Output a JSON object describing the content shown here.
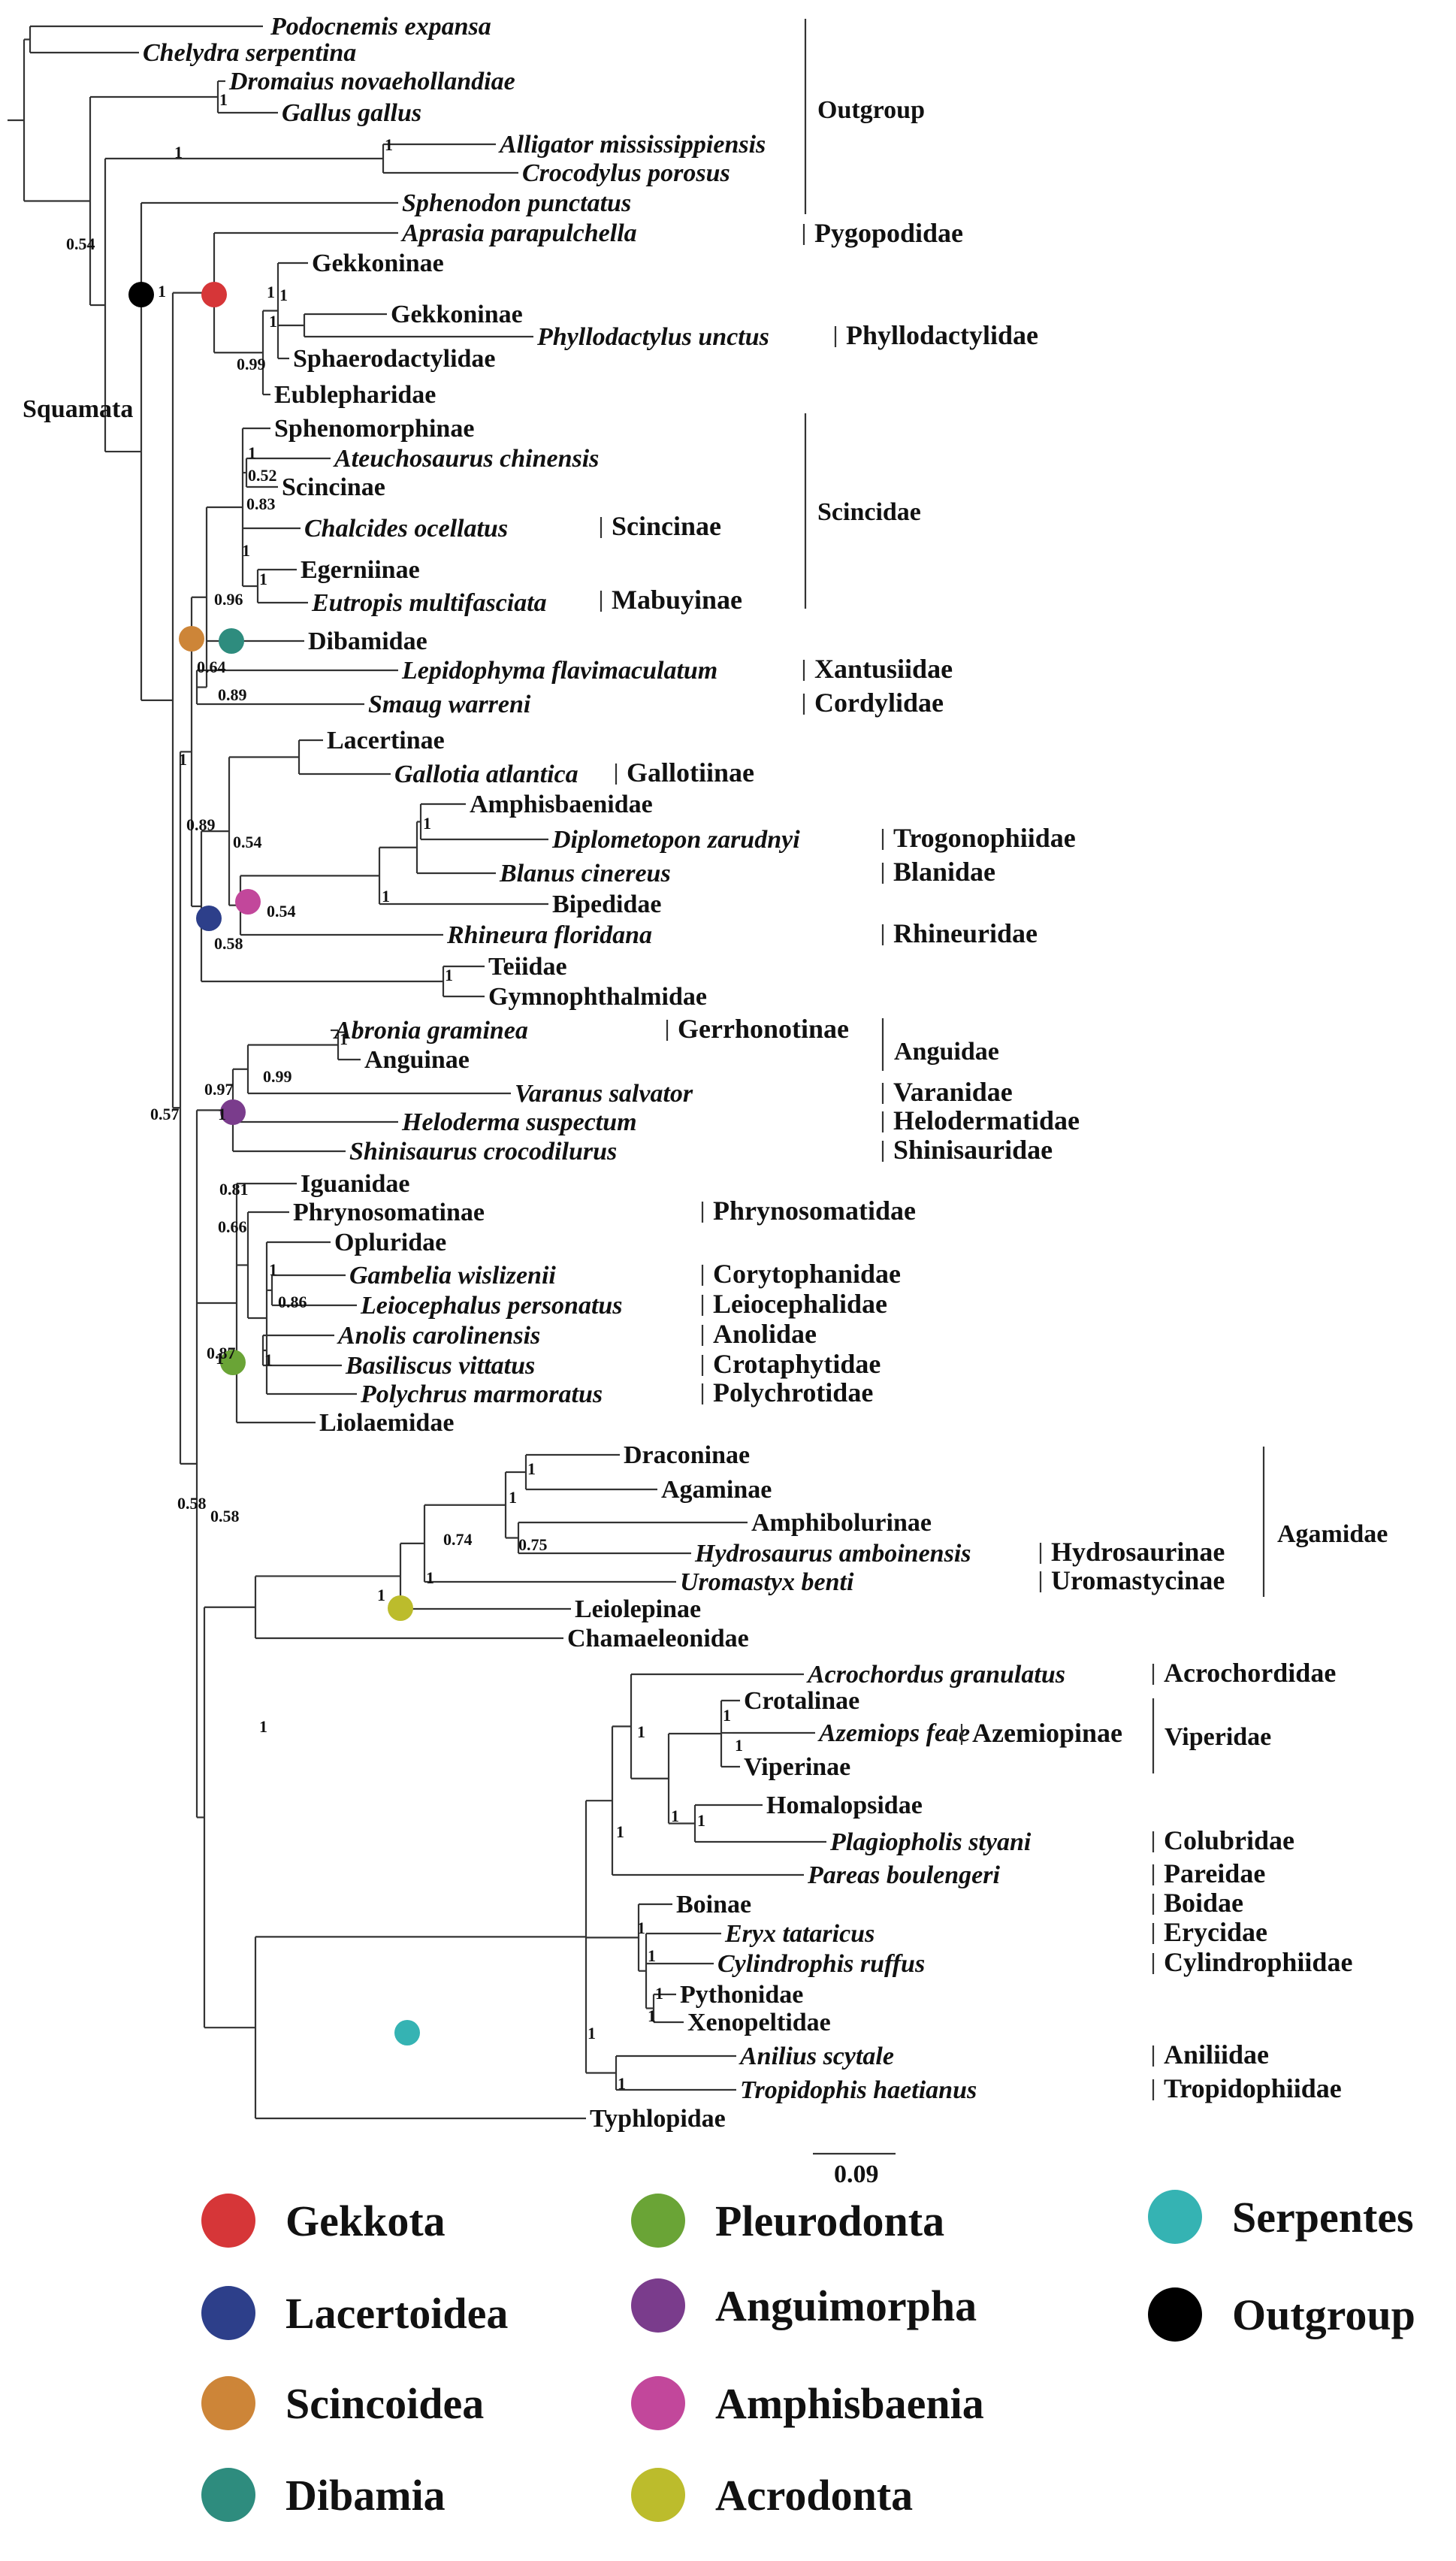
{
  "tips": [
    {
      "id": "podocnemis",
      "label": "Podocnemis expansa",
      "italic": true
    },
    {
      "id": "chelydra",
      "label": "Chelydra serpentina",
      "italic": true
    },
    {
      "id": "dromaius",
      "label": "Dromaius novaehollandiae",
      "italic": true
    },
    {
      "id": "gallus",
      "label": "Gallus gallus",
      "italic": true
    },
    {
      "id": "alligator",
      "label": "Alligator mississippiensis",
      "italic": true
    },
    {
      "id": "crocodylus",
      "label": "Crocodylus porosus",
      "italic": true
    },
    {
      "id": "sphenodon",
      "label": "Sphenodon punctatus",
      "italic": true
    },
    {
      "id": "aprasia",
      "label": "Aprasia parapulchella",
      "italic": true
    },
    {
      "id": "gekkoninae1",
      "label": "Gekkoninae",
      "italic": false
    },
    {
      "id": "gekkoninae2",
      "label": "Gekkoninae",
      "italic": false
    },
    {
      "id": "phyllodactylus",
      "label": "Phyllodactylus unctus",
      "italic": true
    },
    {
      "id": "sphaerodactylidae",
      "label": "Sphaerodactylidae",
      "italic": false
    },
    {
      "id": "eublepharidae",
      "label": "Eublepharidae",
      "italic": false
    },
    {
      "id": "sphenomorphinae",
      "label": "Sphenomorphinae",
      "italic": false
    },
    {
      "id": "ateuchosaurus",
      "label": "Ateuchosaurus chinensis",
      "italic": true
    },
    {
      "id": "scincinae",
      "label": "Scincinae",
      "italic": false
    },
    {
      "id": "chalcides",
      "label": "Chalcides ocellatus",
      "italic": true
    },
    {
      "id": "egerniinae",
      "label": "Egerniinae",
      "italic": false
    },
    {
      "id": "eutropis",
      "label": "Eutropis multifasciata",
      "italic": true
    },
    {
      "id": "dibamidae",
      "label": "Dibamidae",
      "italic": false
    },
    {
      "id": "lepidophyma",
      "label": "Lepidophyma flavimaculatum",
      "italic": true
    },
    {
      "id": "smaug",
      "label": "Smaug warreni",
      "italic": true
    },
    {
      "id": "lacertinae",
      "label": "Lacertinae",
      "italic": false
    },
    {
      "id": "gallotia",
      "label": "Gallotia atlantica",
      "italic": true
    },
    {
      "id": "amphisbaenidae",
      "label": "Amphisbaenidae",
      "italic": false
    },
    {
      "id": "diplometopon",
      "label": "Diplometopon zarudnyi",
      "italic": true
    },
    {
      "id": "blanus",
      "label": "Blanus cinereus",
      "italic": true
    },
    {
      "id": "bipedidae",
      "label": "Bipedidae",
      "italic": false
    },
    {
      "id": "rhineura",
      "label": "Rhineura floridana",
      "italic": true
    },
    {
      "id": "teiidae",
      "label": "Teiidae",
      "italic": false
    },
    {
      "id": "gymnophthalmidae",
      "label": "Gymnophthalmidae",
      "italic": false
    },
    {
      "id": "abronia",
      "label": "Abronia graminea",
      "italic": true
    },
    {
      "id": "anguinae",
      "label": "Anguinae",
      "italic": false
    },
    {
      "id": "varanus",
      "label": "Varanus salvator",
      "italic": true
    },
    {
      "id": "heloderma",
      "label": "Heloderma suspectum",
      "italic": true
    },
    {
      "id": "shinisaurus",
      "label": "Shinisaurus crocodilurus",
      "italic": true
    },
    {
      "id": "iguanidae",
      "label": "Iguanidae",
      "italic": false
    },
    {
      "id": "phrynosomatinae",
      "label": "Phrynosomatinae",
      "italic": false
    },
    {
      "id": "opluridae",
      "label": "Opluridae",
      "italic": false
    },
    {
      "id": "gambelia",
      "label": "Gambelia wislizenii",
      "italic": true
    },
    {
      "id": "leiocephalus",
      "label": "Leiocephalus personatus",
      "italic": true
    },
    {
      "id": "anolis",
      "label": "Anolis carolinensis",
      "italic": true
    },
    {
      "id": "basiliscus",
      "label": "Basiliscus vittatus",
      "italic": true
    },
    {
      "id": "polychrus",
      "label": "Polychrus marmoratus",
      "italic": true
    },
    {
      "id": "liolaemidae",
      "label": "Liolaemidae",
      "italic": false
    },
    {
      "id": "draconinae",
      "label": "Draconinae",
      "italic": false
    },
    {
      "id": "agaminae",
      "label": "Agaminae",
      "italic": false
    },
    {
      "id": "amphibolurinae",
      "label": "Amphibolurinae",
      "italic": false
    },
    {
      "id": "hydrosaurus",
      "label": "Hydrosaurus amboinensis",
      "italic": true
    },
    {
      "id": "uromastyx",
      "label": "Uromastyx benti",
      "italic": true
    },
    {
      "id": "leiolepinae",
      "label": "Leiolepinae",
      "italic": false
    },
    {
      "id": "chamaeleonidae",
      "label": "Chamaeleonidae",
      "italic": false
    },
    {
      "id": "acrochordus",
      "label": "Acrochordus granulatus",
      "italic": true
    },
    {
      "id": "crotalinae",
      "label": "Crotalinae",
      "italic": false
    },
    {
      "id": "azemiops",
      "label": "Azemiops feae",
      "italic": true
    },
    {
      "id": "viperinae",
      "label": "Viperinae",
      "italic": false
    },
    {
      "id": "homalopsidae",
      "label": "Homalopsidae",
      "italic": false
    },
    {
      "id": "plagiopholis",
      "label": "Plagiopholis styani",
      "italic": true
    },
    {
      "id": "pareas",
      "label": "Pareas boulengeri",
      "italic": true
    },
    {
      "id": "boinae",
      "label": "Boinae",
      "italic": false
    },
    {
      "id": "eryx",
      "label": "Eryx tataricus",
      "italic": true
    },
    {
      "id": "cylindrophis",
      "label": "Cylindrophis ruffus",
      "italic": true
    },
    {
      "id": "pythonidae",
      "label": "Pythonidae",
      "italic": false
    },
    {
      "id": "xenopeltidae",
      "label": "Xenopeltidae",
      "italic": false
    },
    {
      "id": "anilius",
      "label": "Anilius scytale",
      "italic": true
    },
    {
      "id": "tropidophis",
      "label": "Tropidophis haetianus",
      "italic": true
    },
    {
      "id": "typhlopidae",
      "label": "Typhlopidae",
      "italic": false
    }
  ],
  "support": [
    "1",
    "0.54",
    "1",
    "1",
    "1",
    "1",
    "0.99",
    "1",
    "1",
    "1",
    "0.52",
    "0.83",
    "1",
    "1",
    "0.96",
    "0.64",
    "0.89",
    "1",
    "0.89",
    "0.54",
    "1",
    "1",
    "0.54",
    "0.58",
    "1",
    "0.57",
    "1",
    "0.99",
    "0.97",
    "1",
    "0.81",
    "0.66",
    "1",
    "0.86",
    "0.87",
    "1",
    "1",
    "0.58",
    "1",
    "1",
    "0.74",
    "0.75",
    "1",
    "1",
    "1",
    "1",
    "1",
    "1",
    "1",
    "1",
    "1",
    "1",
    "1",
    "1",
    "1",
    "1",
    "1",
    "0.58"
  ],
  "family_labels": [
    "Pygopodidae",
    "Phyllodactylidae",
    "Scincinae",
    "Mabuyinae",
    "Xantusiidae",
    "Cordylidae",
    "Gallotiinae",
    "Trogonophiidae",
    "Blanidae",
    "Rhineuridae",
    "Gerrhonotinae",
    "Varanidae",
    "Helodermatidae",
    "Shinisauridae",
    "Phrynosomatidae",
    "Corytophanidae",
    "Leiocephalidae",
    "Anolidae",
    "Crotaphytidae",
    "Polychrotidae",
    "Hydrosaurinae",
    "Uromastycinae",
    "Azemiopinae",
    "Acrochordidae",
    "Colubridae",
    "Pareidae",
    "Boidae",
    "Erycidae",
    "Cylindrophiidae",
    "Aniliidae",
    "Tropidophiidae"
  ],
  "group_labels": {
    "outgroup": "Outgroup",
    "scincidae": "Scincidae",
    "anguidae": "Anguidae",
    "agamidae": "Agamidae",
    "viperidae": "Viperidae",
    "squamata": "Squamata"
  },
  "scale_label": "0.09",
  "legend": [
    {
      "label": "Gekkota",
      "color": "#d63638"
    },
    {
      "label": "Pleurodonta",
      "color": "#6aa436"
    },
    {
      "label": "Serpentes",
      "color": "#35b3b3"
    },
    {
      "label": "Lacertoidea",
      "color": "#2d3f8a"
    },
    {
      "label": "Anguimorpha",
      "color": "#7a3c8c"
    },
    {
      "label": "Outgroup",
      "color": "#000000"
    },
    {
      "label": "Scincoidea",
      "color": "#cd8538"
    },
    {
      "label": "Amphisbaenia",
      "color": "#c2479b"
    },
    {
      "label": "Dibamia",
      "color": "#2e8c7e"
    },
    {
      "label": "Acrodonta",
      "color": "#bcbc2c"
    }
  ]
}
